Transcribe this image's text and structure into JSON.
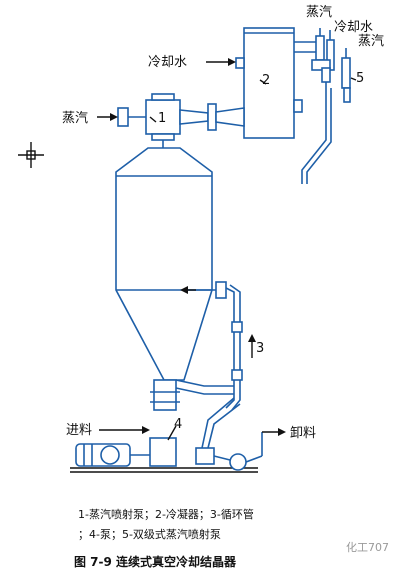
{
  "labels": {
    "steam_left": "蒸汽",
    "cooling_water_left": "冷却水",
    "steam_top": "蒸汽",
    "cooling_water_top": "冷却水",
    "steam_right": "蒸汽",
    "feed": "进料",
    "discharge": "卸料"
  },
  "numbers": {
    "n1": "1",
    "n2": "2",
    "n3": "3",
    "n4": "4",
    "n5": "5"
  },
  "caption": {
    "line1": "1-蒸汽喷射泵；2-冷凝器；3-循环管",
    "line2": "；4-泵；5-双级式蒸汽喷射泵",
    "figure_title": "图 7-9  连续式真空冷却结晶器"
  },
  "watermark": "化工707"
}
